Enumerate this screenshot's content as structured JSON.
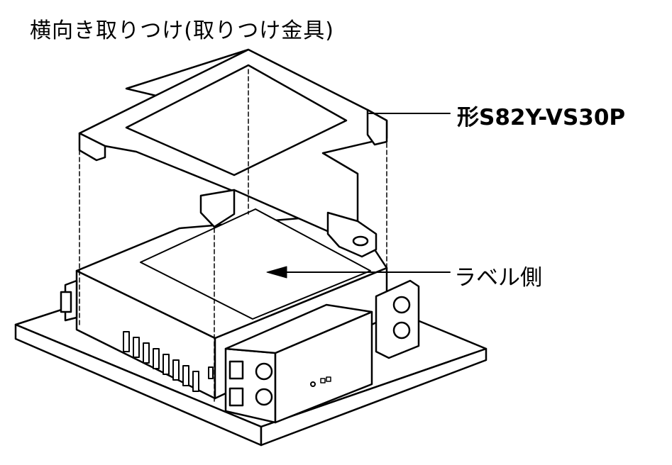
{
  "diagram": {
    "title": "横向き取りつけ(取りつけ金具)",
    "callouts": {
      "bracket_model": "形S82Y-VS30P",
      "label_side": "ラベル側"
    }
  }
}
